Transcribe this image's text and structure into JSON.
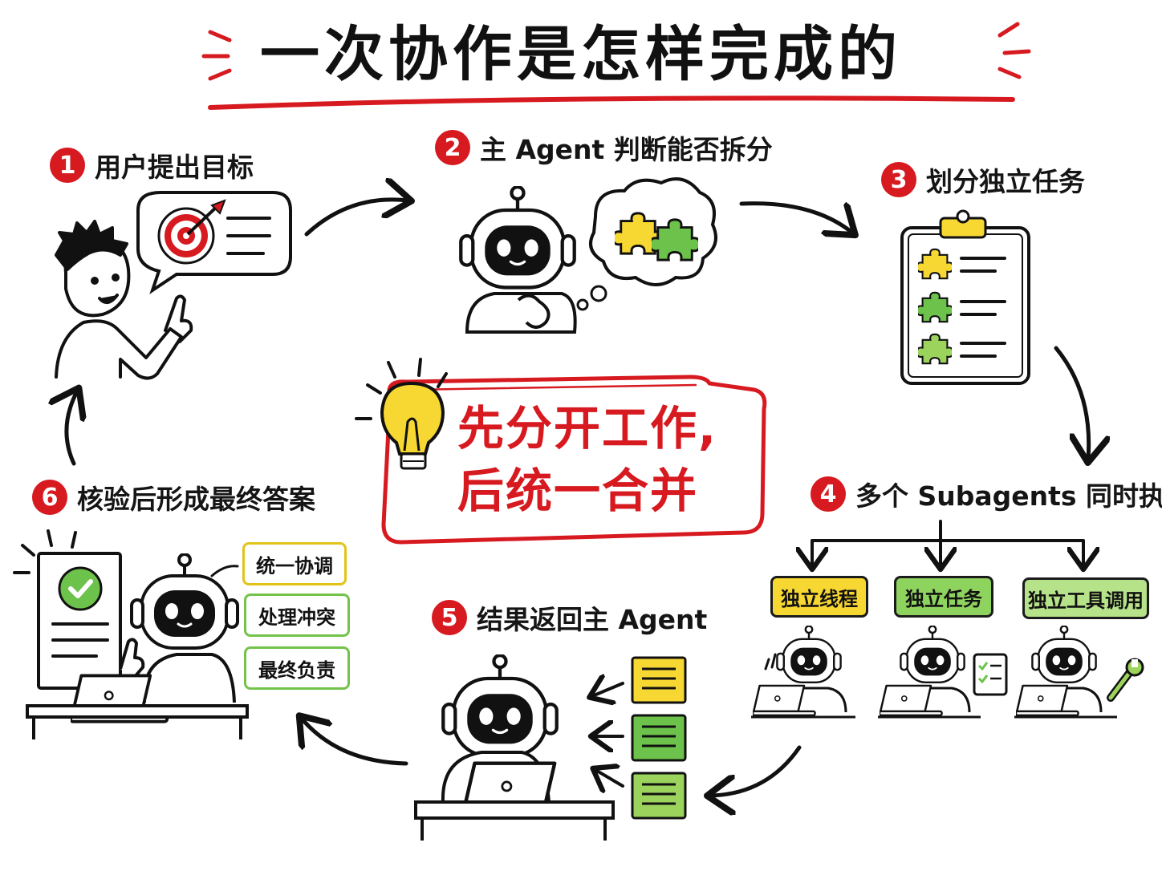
{
  "title": "一次协作是怎样完成的",
  "steps": [
    {
      "number": "1",
      "label": "用户提出目标"
    },
    {
      "number": "2",
      "label": "主 Agent 判断能否拆分"
    },
    {
      "number": "3",
      "label": "划分独立任务"
    },
    {
      "number": "4",
      "label": "多个 Subagents 同时执行"
    },
    {
      "number": "5",
      "label": "结果返回主 Agent"
    },
    {
      "number": "6",
      "label": "核验后形成最终答案"
    }
  ],
  "center_message": {
    "line1": "先分开工作,",
    "line2": "后统一合并"
  },
  "subagent_tags": [
    "独立线程",
    "独立任务",
    "独立工具调用"
  ],
  "final_tags": [
    "统一协调",
    "处理冲突",
    "最终负责"
  ],
  "colors": {
    "accent_red": "#d71920",
    "yellow": "#f7d732",
    "green": "#8fd35f",
    "light_green": "#b6e28a"
  },
  "icons": [
    "target-icon",
    "robot-icon",
    "puzzle-icon",
    "clipboard-icon",
    "lightbulb-icon",
    "laptop-icon",
    "checklist-icon",
    "wrench-icon",
    "checkmark-icon",
    "document-icon"
  ]
}
